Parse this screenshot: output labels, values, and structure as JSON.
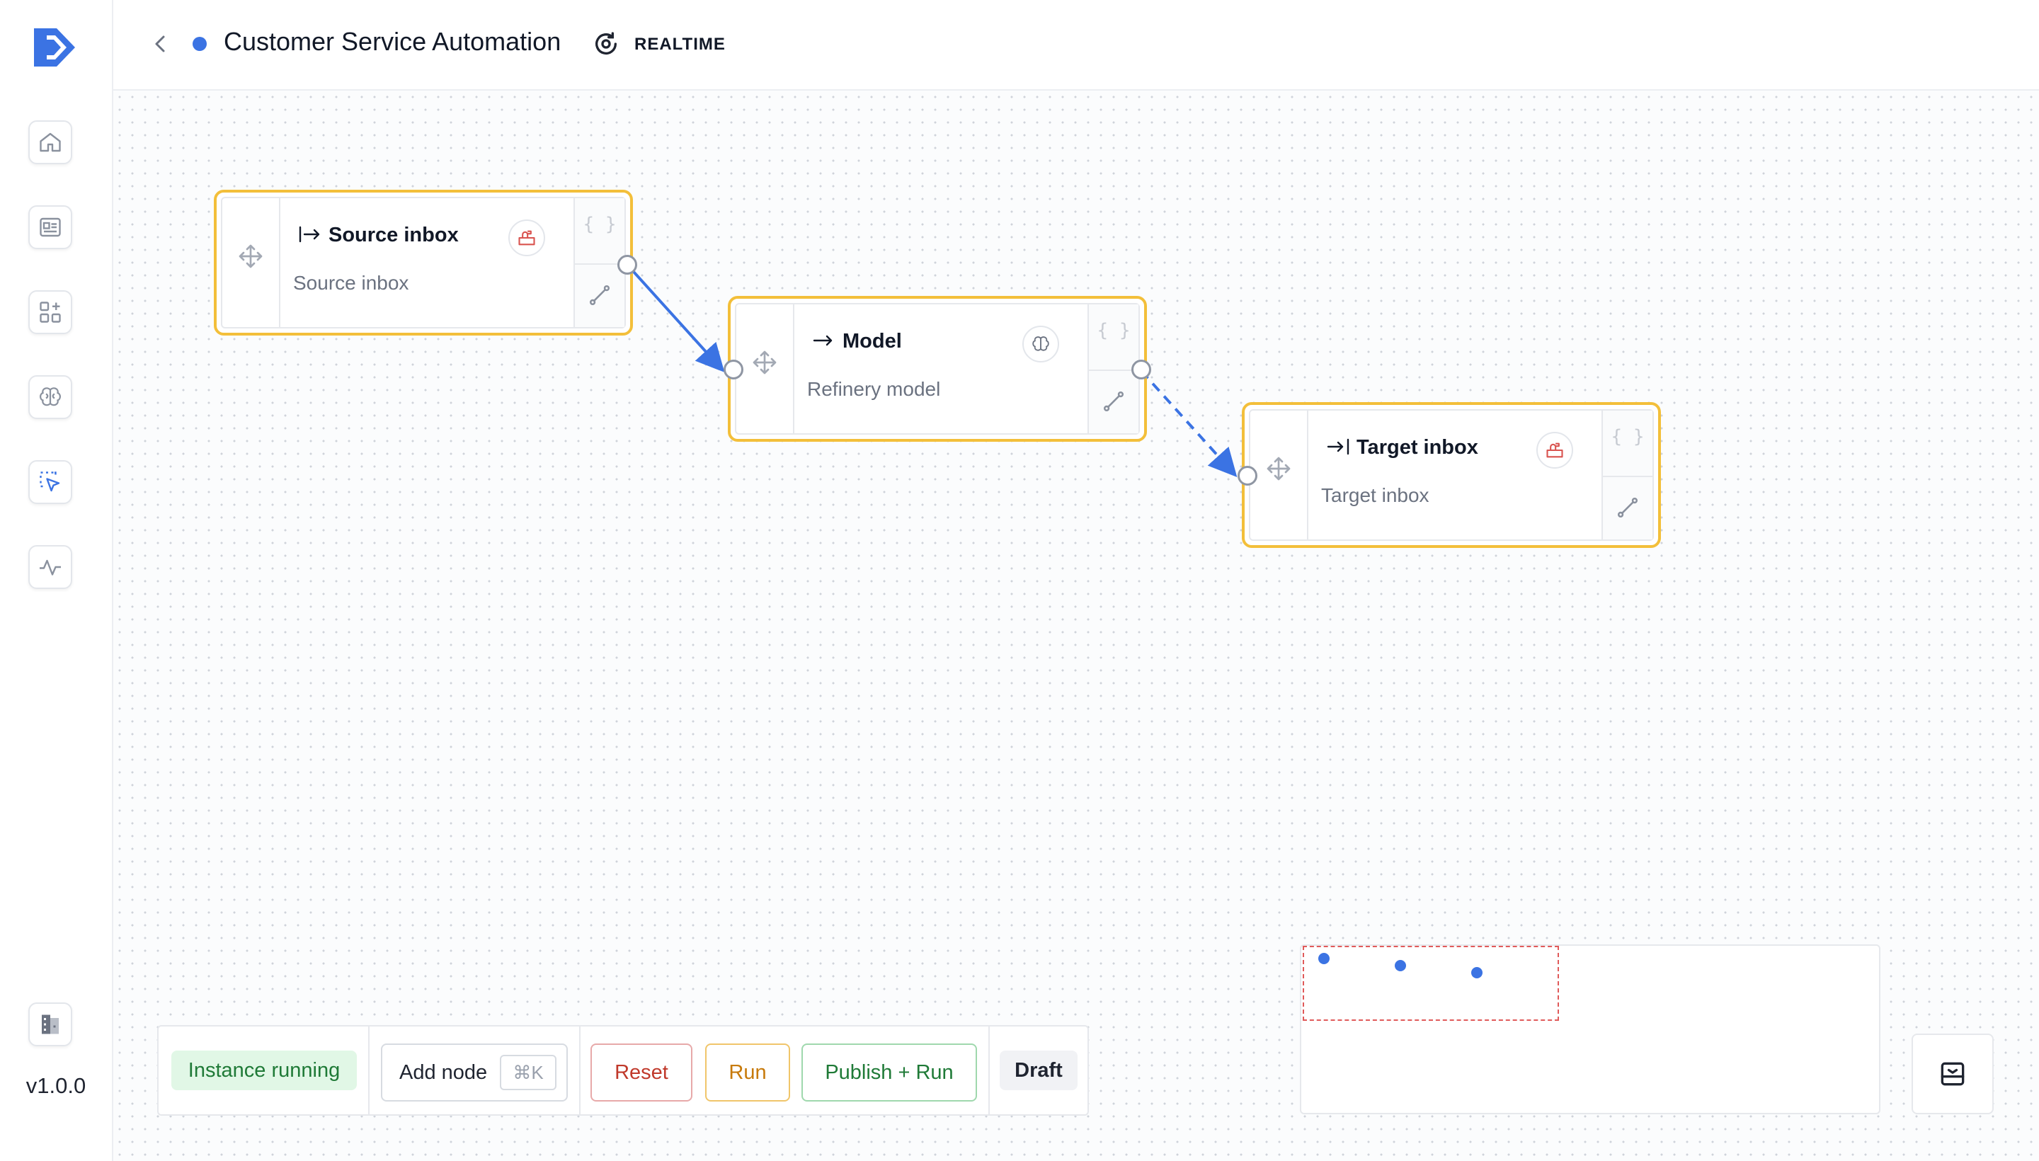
{
  "app": {
    "version": "v1.0.0"
  },
  "sidebar": {
    "items": [
      {
        "name": "home-icon"
      },
      {
        "name": "id-card-icon"
      },
      {
        "name": "apps-icon"
      },
      {
        "name": "brain-icon"
      },
      {
        "name": "select-pointer-icon",
        "active": true
      },
      {
        "name": "activity-icon"
      }
    ],
    "org_icon": "building-icon"
  },
  "header": {
    "title": "Customer Service Automation",
    "mode_label": "REALTIME",
    "status_color": "#3b73e3"
  },
  "nodes": [
    {
      "title": "Source inbox",
      "subtitle": "Source inbox",
      "title_icon": "arrow-from-bar-icon",
      "badge_icon": "mailbox-icon",
      "config_label": "{ }"
    },
    {
      "title": "Model",
      "subtitle": "Refinery model",
      "title_icon": "arrow-right-icon",
      "badge_icon": "brain-icon",
      "config_label": "{ }"
    },
    {
      "title": "Target inbox",
      "subtitle": "Target inbox",
      "title_icon": "arrow-to-bar-icon",
      "badge_icon": "mailbox-icon",
      "config_label": "{ }"
    }
  ],
  "edges": [
    {
      "from": "Source inbox",
      "to": "Model",
      "style": "solid"
    },
    {
      "from": "Model",
      "to": "Target inbox",
      "style": "dashed"
    }
  ],
  "toolbar": {
    "status": "Instance running",
    "add_node": "Add node",
    "add_node_shortcut": "⌘K",
    "reset": "Reset",
    "run": "Run",
    "publish_run": "Publish + Run",
    "draft": "Draft"
  },
  "colors": {
    "accent": "#3b73e3",
    "node_border": "#f3bf3a",
    "reset": "#c0392b",
    "run": "#c77a0b",
    "publish": "#1f7a37"
  }
}
